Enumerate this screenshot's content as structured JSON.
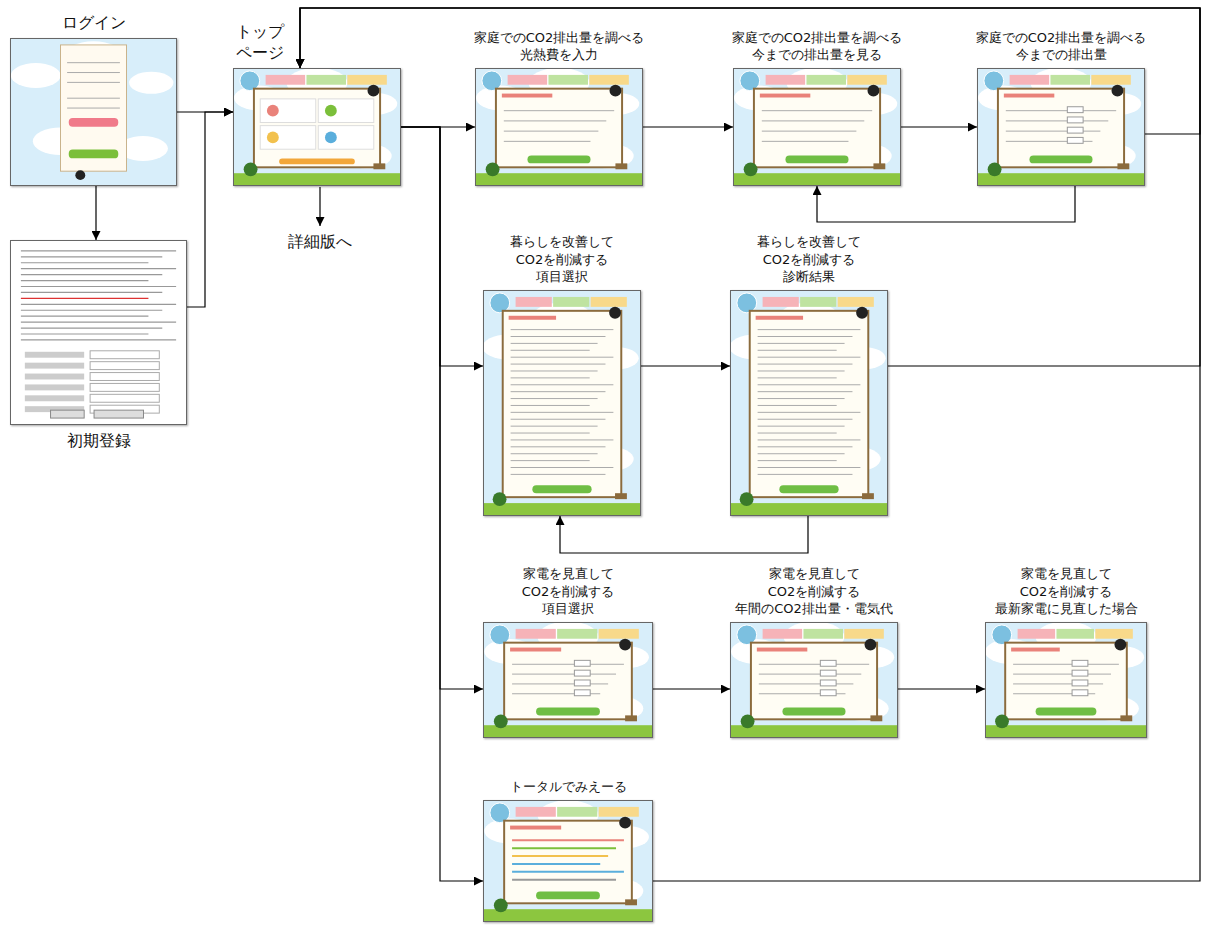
{
  "diagram": {
    "nodes": [
      {
        "text": [
          "ログイン"
        ]
      },
      {
        "text": [
          "初期登録"
        ]
      },
      {
        "text": [
          "トップ ページ"
        ]
      },
      {
        "text": [
          "家庭でのCO2排出量を調べる 光熱費を入力"
        ]
      },
      {
        "text": [
          "家庭でのCO2排出量を調べる 今までの排出量を見る"
        ]
      },
      {
        "text": [
          "家庭でのCO2排出量を調べる 今までの排出量"
        ]
      },
      {
        "text": [
          "暮らしを改善して CO2を削減する 項目選択"
        ]
      },
      {
        "text": [
          "暮らしを改善して CO2を削減する 診断結果"
        ]
      },
      {
        "text": [
          "家電を見直して CO2を削減する 項目選択"
        ]
      },
      {
        "text": [
          "家電を見直して CO2を削減する 年間のCO2排出量・電気代"
        ]
      },
      {
        "text": [
          "家電を見直して CO2を削減する 最新家電に見直した場合"
        ]
      },
      {
        "text": [
          "トータルでみえーる"
        ]
      }
    ],
    "edges": [
      {
        "from": 0,
        "to": 2,
        "arrow": "to"
      },
      {
        "from": 0,
        "to": 1,
        "arrow": "to"
      },
      {
        "from": 1,
        "to": 2,
        "arrow": "to"
      },
      {
        "from": 2,
        "to": 3,
        "arrow": "to"
      },
      {
        "from": 2,
        "to": 6,
        "arrow": "to"
      },
      {
        "from": 2,
        "to": 8,
        "arrow": "to"
      },
      {
        "from": 2,
        "to": 11,
        "arrow": "to"
      },
      {
        "from": 3,
        "to": 4,
        "arrow": "to"
      },
      {
        "from": 4,
        "to": 5,
        "arrow": "to"
      },
      {
        "from": 5,
        "to": 4,
        "arrow": "to"
      },
      {
        "from": 5,
        "to": 2,
        "arrow": "to"
      },
      {
        "from": 6,
        "to": 7,
        "arrow": "to"
      },
      {
        "from": 7,
        "to": 6,
        "arrow": "to"
      },
      {
        "from": 7,
        "to": 2,
        "arrow": "to"
      },
      {
        "from": 8,
        "to": 9,
        "arrow": "to"
      },
      {
        "from": 9,
        "to": 10,
        "arrow": "to"
      },
      {
        "from": 11,
        "to": 2,
        "arrow": "to"
      }
    ],
    "labels": [
      "詳細版へ"
    ]
  }
}
